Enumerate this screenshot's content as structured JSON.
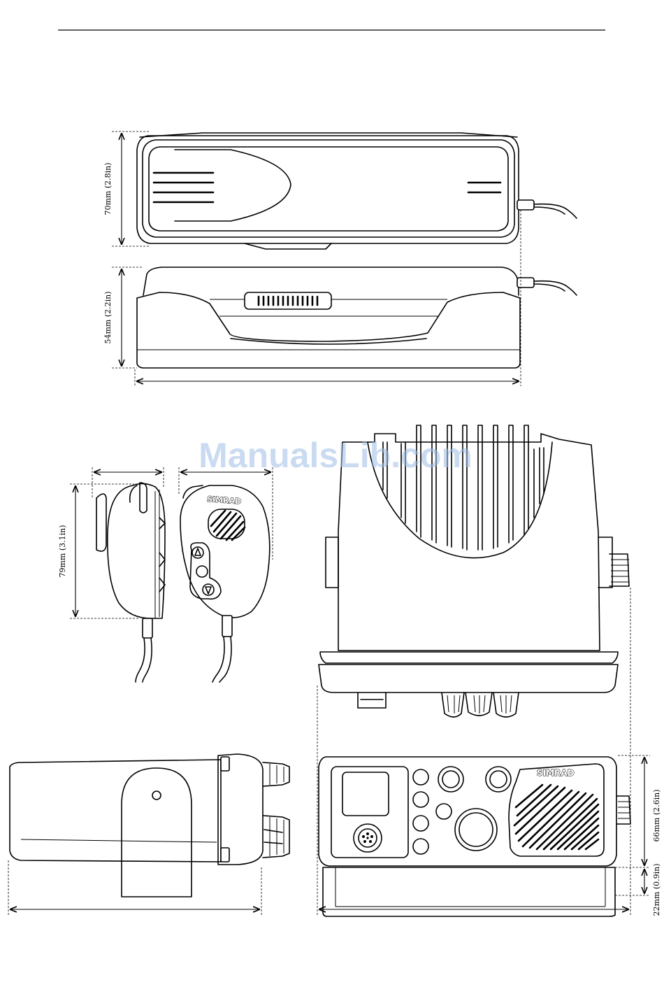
{
  "watermark": "ManualsLib.com",
  "brand_label": "SIMRAD",
  "dimensions": {
    "cradle_top_height": "70mm (2.8in)",
    "cradle_side_height": "54mm (2.2in)",
    "handset_height": "79mm (3.1in)",
    "radio_front_height": "66mm (2.6in)",
    "bracket_height": "22mm (0.9in)"
  }
}
